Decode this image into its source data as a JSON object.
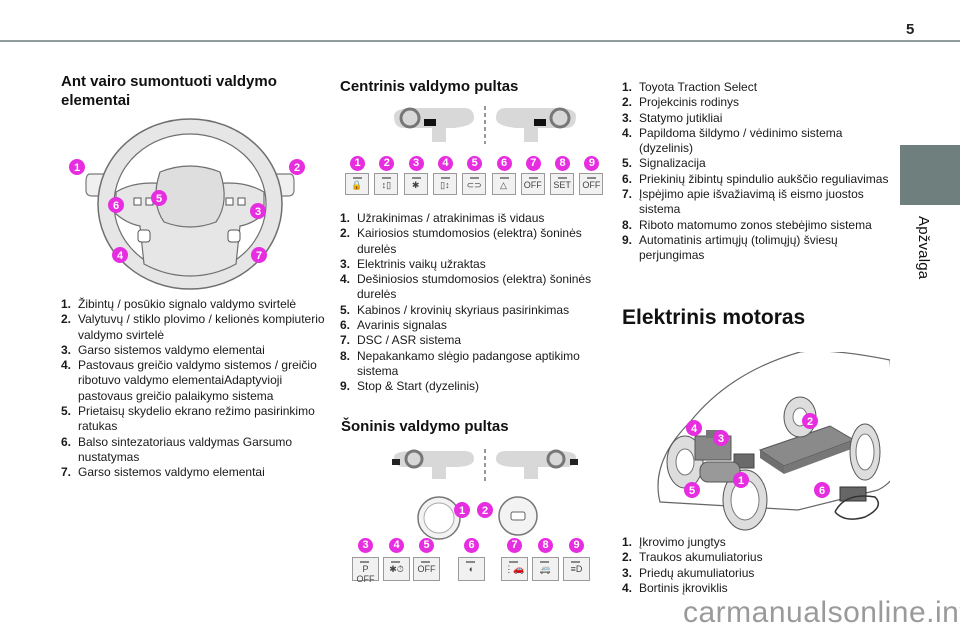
{
  "header": {
    "page_number": "5"
  },
  "side_tab": {
    "label": "Apžvalga",
    "color": "#6f7f7e"
  },
  "steering": {
    "title": "Ant vairo sumontuoti valdymo elementai",
    "title_line1": "Ant vairo sumontuoti valdymo",
    "title_line2": "elementai",
    "callouts": [
      "1",
      "2",
      "3",
      "4",
      "5",
      "6",
      "7"
    ],
    "items": [
      {
        "num": "1.",
        "text": "Žibintų / posūkio signalo valdymo svirtelė"
      },
      {
        "num": "2.",
        "text": "Valytuvų / stiklo plovimo / kelionės kompiuterio valdymo svirtelė"
      },
      {
        "num": "3.",
        "text": "Garso sistemos valdymo elementai"
      },
      {
        "num": "4.",
        "text": "Pastovaus greičio valdymo sistemos / greičio ribotuvo valdymo elementaiAdaptyvioji pastovaus greičio palaikymo sistema"
      },
      {
        "num": "5.",
        "text": "Prietaisų skydelio ekrano režimo pasirinkimo ratukas"
      },
      {
        "num": "6.",
        "text": "Balso sintezatoriaus valdymas Garsumo nustatymas"
      },
      {
        "num": "7.",
        "text": "Garso sistemos valdymo elementai"
      }
    ]
  },
  "central": {
    "title": "Centrinis valdymo pultas",
    "callouts": [
      "1",
      "2",
      "3",
      "4",
      "5",
      "6",
      "7",
      "8",
      "9"
    ],
    "button_icons": [
      "lock-icon",
      "left-sliding-door-icon",
      "child-lock-icon",
      "right-sliding-door-icon",
      "cabin-cargo-icon",
      "hazard-icon",
      "dsc-off-icon",
      "tire-pressure-set-icon",
      "stop-start-off-icon"
    ],
    "button_glyphs": [
      "🔒",
      "↕▯",
      "✱",
      "▯↕",
      "⊂⊃",
      "△",
      "OFF",
      "SET",
      "OFF"
    ],
    "items": [
      {
        "num": "1.",
        "text": "Užrakinimas / atrakinimas iš vidaus"
      },
      {
        "num": "2.",
        "text": "Kairiosios stumdomosios (elektra) šoninės durelės"
      },
      {
        "num": "3.",
        "text": "Elektrinis vaikų užraktas"
      },
      {
        "num": "4.",
        "text": "Dešiniosios stumdomosios (elektra) šoninės durelės"
      },
      {
        "num": "5.",
        "text": "Kabinos / krovinių skyriaus pasirinkimas"
      },
      {
        "num": "6.",
        "text": "Avarinis signalas"
      },
      {
        "num": "7.",
        "text": "DSC / ASR sistema"
      },
      {
        "num": "8.",
        "text": "Nepakankamo slėgio padangose aptikimo sistema"
      },
      {
        "num": "9.",
        "text": "Stop & Start (dyzelinis)"
      }
    ]
  },
  "side_panel": {
    "title": "Šoninis valdymo pultas",
    "callouts": [
      "1",
      "2",
      "3",
      "4",
      "5",
      "6",
      "7",
      "8",
      "9"
    ],
    "button_glyphs": [
      "P OFF",
      "✱⏱",
      "OFF",
      "◐",
      "⋮🚗",
      "🚐",
      "≡D"
    ]
  },
  "side_items": {
    "items": [
      {
        "num": "1.",
        "text": "Toyota Traction Select"
      },
      {
        "num": "2.",
        "text": "Projekcinis rodinys"
      },
      {
        "num": "3.",
        "text": "Statymo jutikliai"
      },
      {
        "num": "4.",
        "text": "Papildoma šildymo / vėdinimo sistema (dyzelinis)"
      },
      {
        "num": "5.",
        "text": "Signalizacija"
      },
      {
        "num": "6.",
        "text": "Priekinių žibintų spindulio aukščio reguliavimas"
      },
      {
        "num": "7.",
        "text": "Įspėjimo apie išvažiavimą iš eismo juostos sistema"
      },
      {
        "num": "8.",
        "text": "Riboto matomumo zonos stebėjimo sistema"
      },
      {
        "num": "9.",
        "text": "Automatinis artimųjų (tolimųjų) šviesų perjungimas"
      }
    ]
  },
  "electric": {
    "title": "Elektrinis motoras",
    "callouts": [
      "1",
      "2",
      "3",
      "4",
      "5",
      "6"
    ],
    "items": [
      {
        "num": "1.",
        "text": "Įkrovimo jungtys"
      },
      {
        "num": "2.",
        "text": "Traukos akumuliatorius"
      },
      {
        "num": "3.",
        "text": "Priedų akumuliatorius"
      },
      {
        "num": "4.",
        "text": "Bortinis įkroviklis"
      }
    ]
  },
  "watermark": "carmanualsonline.info",
  "colors": {
    "callout": "#e62de0",
    "rule": "#8f9c9b",
    "tab": "#6f7f7e"
  }
}
